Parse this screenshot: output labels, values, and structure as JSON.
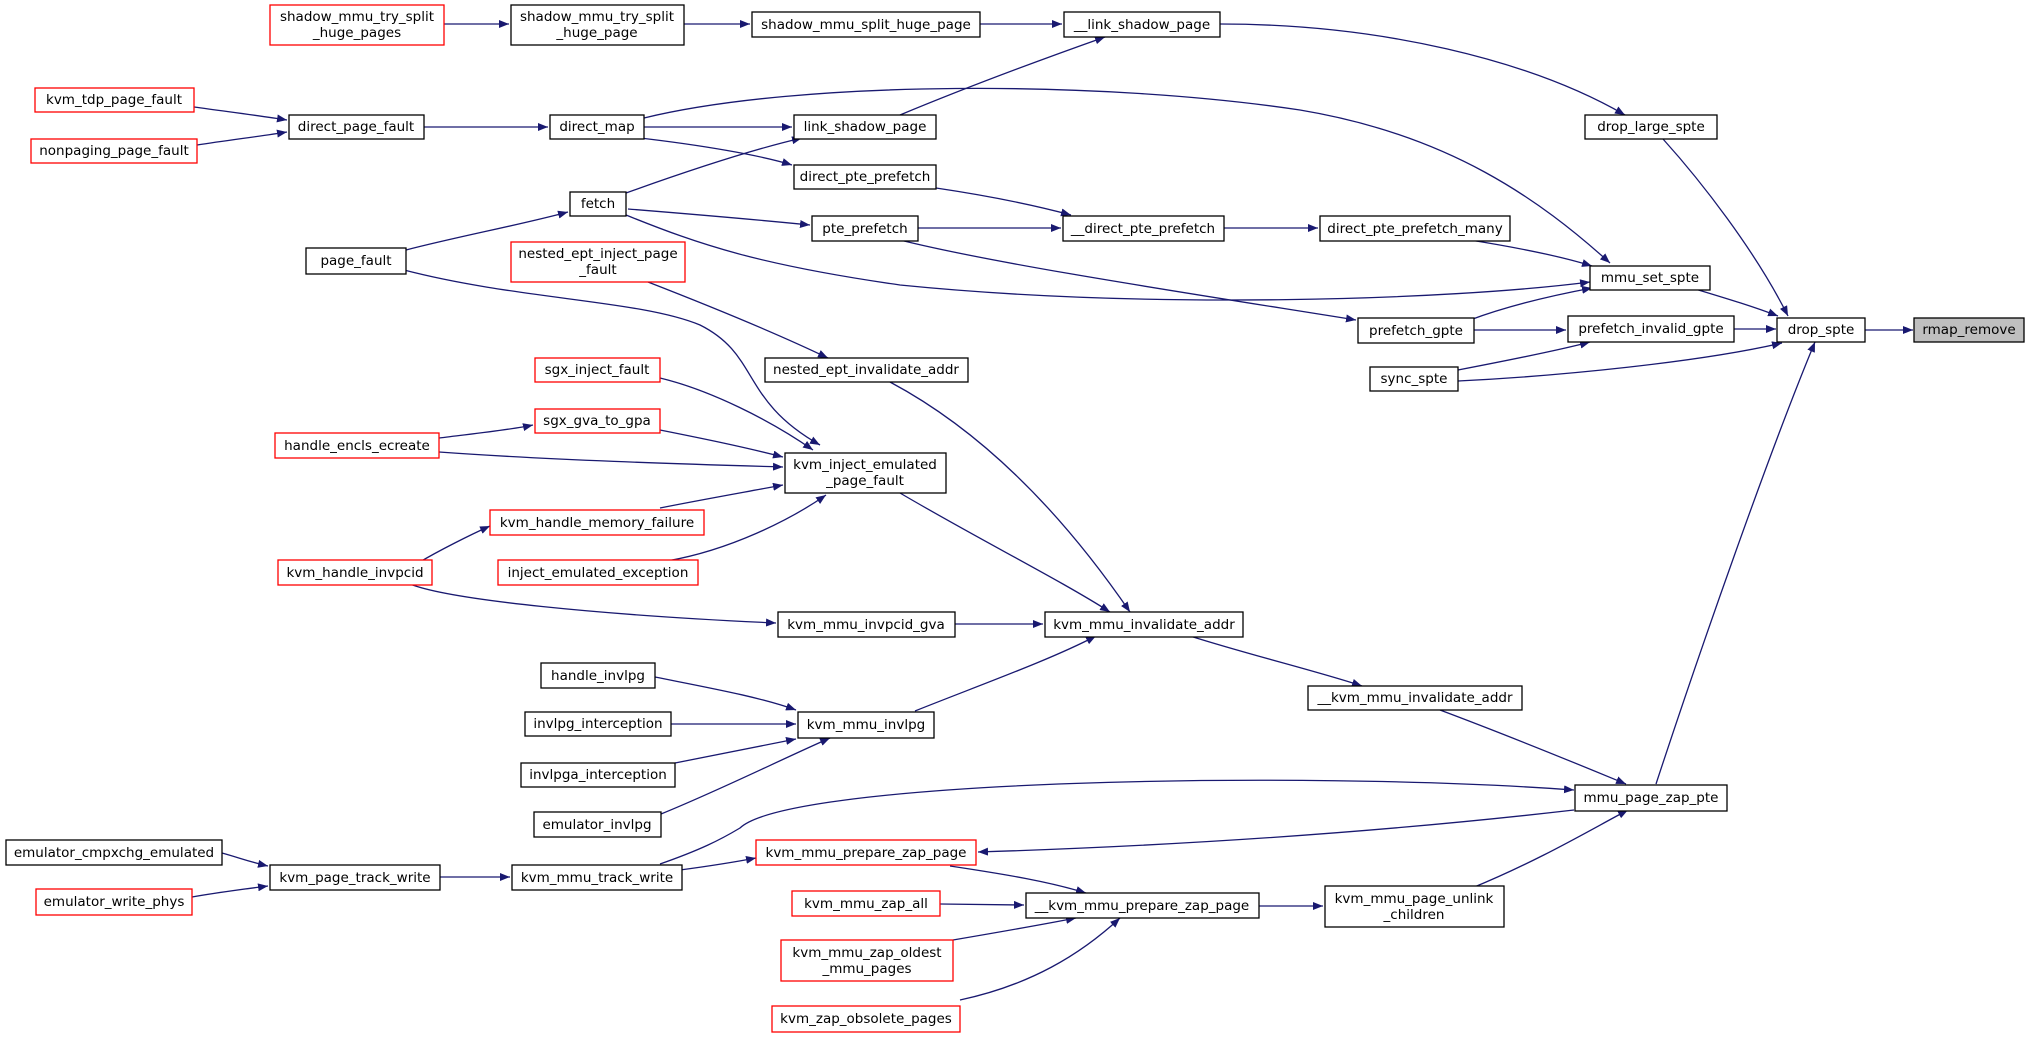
{
  "nodes": {
    "rmap_remove": "rmap_remove",
    "drop_spte": "drop_spte",
    "drop_large_spte": "drop_large_spte",
    "mmu_set_spte": "mmu_set_spte",
    "prefetch_invalid_gpte": "prefetch_invalid_gpte",
    "sync_spte": "sync_spte",
    "mmu_page_zap_pte": "mmu_page_zap_pte",
    "__link_shadow_page": "__link_shadow_page",
    "shadow_mmu_split_huge_page": "shadow_mmu_split_huge_page",
    "shadow_mmu_try_split_huge_page": [
      "shadow_mmu_try_split",
      "_huge_page"
    ],
    "shadow_mmu_try_split_huge_pages": [
      "shadow_mmu_try_split",
      "_huge_pages"
    ],
    "link_shadow_page": "link_shadow_page",
    "direct_map": "direct_map",
    "direct_page_fault": "direct_page_fault",
    "kvm_tdp_page_fault": "kvm_tdp_page_fault",
    "nonpaging_page_fault": "nonpaging_page_fault",
    "fetch": "fetch",
    "page_fault": "page_fault",
    "direct_pte_prefetch": "direct_pte_prefetch",
    "__direct_pte_prefetch": "__direct_pte_prefetch",
    "direct_pte_prefetch_many": "direct_pte_prefetch_many",
    "pte_prefetch": "pte_prefetch",
    "prefetch_gpte": "prefetch_gpte",
    "nested_ept_inject_page_fault": [
      "nested_ept_inject_page",
      "_fault"
    ],
    "nested_ept_invalidate_addr": "nested_ept_invalidate_addr",
    "sgx_inject_fault": "sgx_inject_fault",
    "sgx_gva_to_gpa": "sgx_gva_to_gpa",
    "handle_encls_ecreate": "handle_encls_ecreate",
    "kvm_inject_emulated_page_fault": [
      "kvm_inject_emulated",
      "_page_fault"
    ],
    "kvm_handle_memory_failure": "kvm_handle_memory_failure",
    "inject_emulated_exception": "inject_emulated_exception",
    "kvm_handle_invpcid": "kvm_handle_invpcid",
    "kvm_mmu_invpcid_gva": "kvm_mmu_invpcid_gva",
    "kvm_mmu_invalidate_addr": "kvm_mmu_invalidate_addr",
    "__kvm_mmu_invalidate_addr": "__kvm_mmu_invalidate_addr",
    "handle_invlpg": "handle_invlpg",
    "invlpg_interception": "invlpg_interception",
    "invlpga_interception": "invlpga_interception",
    "emulator_invlpg": "emulator_invlpg",
    "kvm_mmu_invlpg": "kvm_mmu_invlpg",
    "emulator_cmpxchg_emulated": "emulator_cmpxchg_emulated",
    "emulator_write_phys": "emulator_write_phys",
    "kvm_page_track_write": "kvm_page_track_write",
    "kvm_mmu_track_write": "kvm_mmu_track_write",
    "kvm_mmu_prepare_zap_page": "kvm_mmu_prepare_zap_page",
    "kvm_mmu_zap_all": "kvm_mmu_zap_all",
    "__kvm_mmu_prepare_zap_page": "__kvm_mmu_prepare_zap_page",
    "kvm_mmu_zap_oldest_mmu_pages": [
      "kvm_mmu_zap_oldest",
      "_mmu_pages"
    ],
    "kvm_zap_obsolete_pages": "kvm_zap_obsolete_pages",
    "kvm_mmu_page_unlink_children": [
      "kvm_mmu_page_unlink",
      "_children"
    ]
  },
  "colors": {
    "edge": "#191970",
    "node_border": "#000000",
    "truncated_border": "#ff0000",
    "root_fill": "#bfbfbf",
    "background": "#ffffff"
  }
}
